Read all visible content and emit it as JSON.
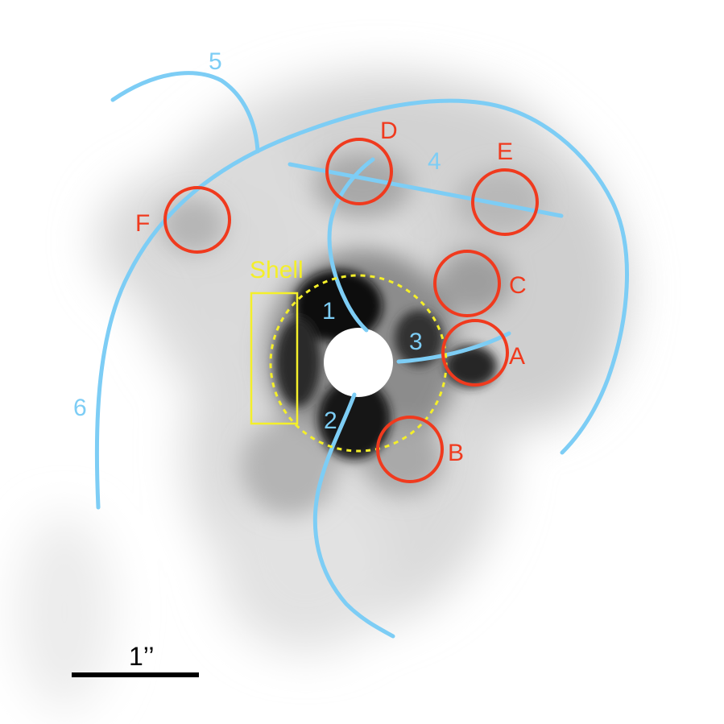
{
  "colors": {
    "region_circle": "#f03a1e",
    "filament": "#7dcdf5",
    "shell": "#f4ef2a",
    "scale_bar": "#000000",
    "background": "#ffffff"
  },
  "region_labels": {
    "A": "A",
    "B": "B",
    "C": "C",
    "D": "D",
    "E": "E",
    "F": "F"
  },
  "filament_labels": {
    "f1": "1",
    "f2": "2",
    "f3": "3",
    "f4": "4",
    "f5": "5",
    "f6": "6"
  },
  "shell": {
    "label": "Shell"
  },
  "scale_bar": {
    "label": "1’’"
  }
}
